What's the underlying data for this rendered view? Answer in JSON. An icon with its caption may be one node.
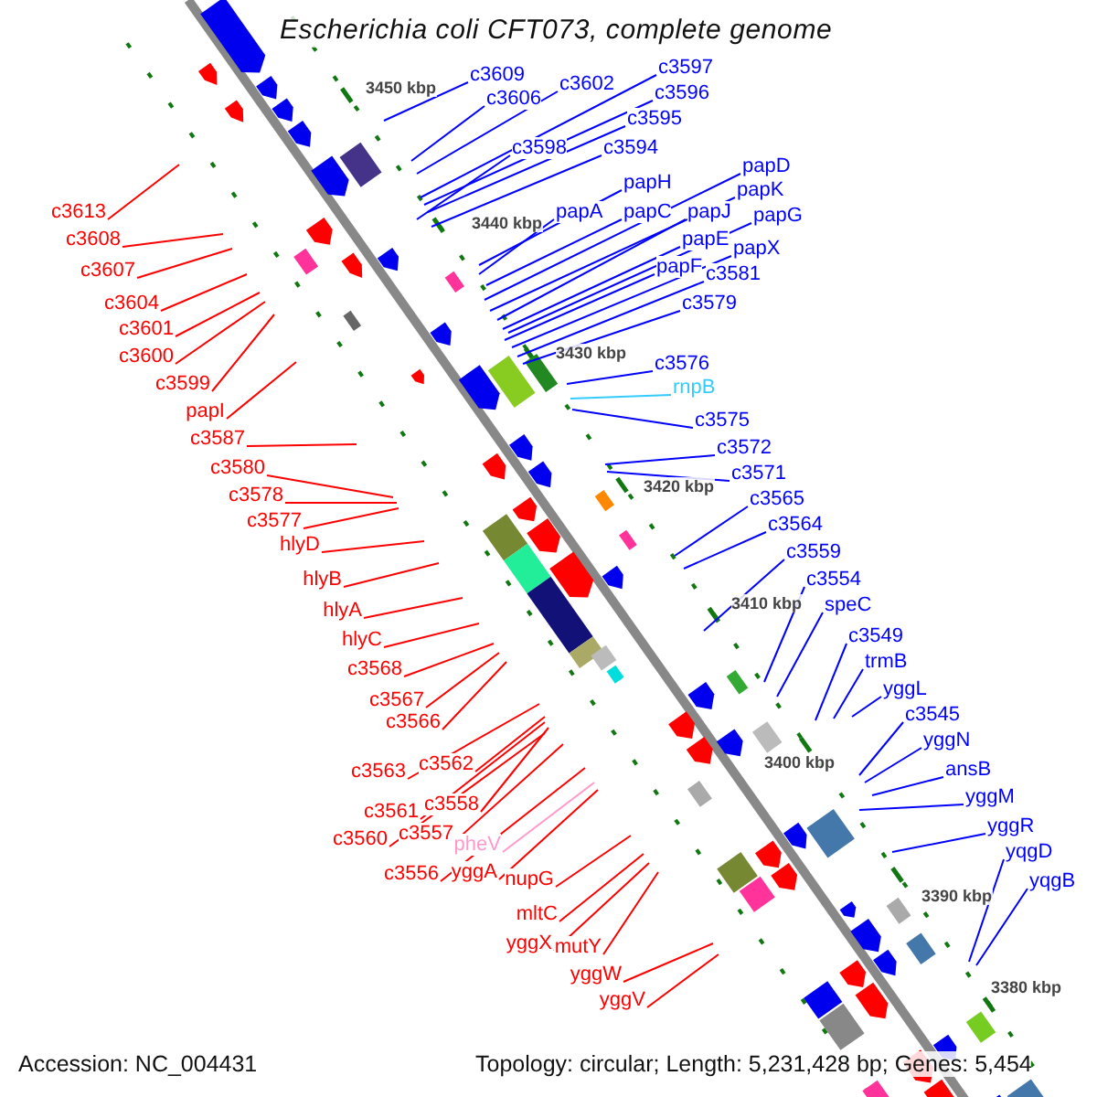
{
  "diagram": {
    "title": "Escherichia coli CFT073, complete genome",
    "nodes": [
      {
        "text": [
          "c3613"
        ]
      },
      {
        "text": [
          "c3608"
        ]
      },
      {
        "text": [
          "c3607"
        ]
      },
      {
        "text": [
          "c3604"
        ]
      },
      {
        "text": [
          "c3601"
        ]
      },
      {
        "text": [
          "c3600"
        ]
      },
      {
        "text": [
          "c3599"
        ]
      },
      {
        "text": [
          "papI"
        ]
      },
      {
        "text": [
          "c3587"
        ]
      },
      {
        "text": [
          "c3580"
        ]
      },
      {
        "text": [
          "c3578"
        ]
      },
      {
        "text": [
          "c3577"
        ]
      },
      {
        "text": [
          "hlyD"
        ]
      },
      {
        "text": [
          "hlyB"
        ]
      },
      {
        "text": [
          "hlyA"
        ]
      },
      {
        "text": [
          "hlyC"
        ]
      },
      {
        "text": [
          "c3568"
        ]
      },
      {
        "text": [
          "c3567"
        ]
      },
      {
        "text": [
          "c3566"
        ]
      },
      {
        "text": [
          "c3563"
        ]
      },
      {
        "text": [
          "c3562"
        ]
      },
      {
        "text": [
          "c3561"
        ]
      },
      {
        "text": [
          "c3558"
        ]
      },
      {
        "text": [
          "c3560"
        ]
      },
      {
        "text": [
          "c3557"
        ]
      },
      {
        "text": [
          "c3556"
        ]
      },
      {
        "text": [
          "pheV"
        ]
      },
      {
        "text": [
          "yggA"
        ]
      },
      {
        "text": [
          "nupG"
        ]
      },
      {
        "text": [
          "mltC"
        ]
      },
      {
        "text": [
          "yggX"
        ]
      },
      {
        "text": [
          "mutY"
        ]
      },
      {
        "text": [
          "yggW"
        ]
      },
      {
        "text": [
          "yggV"
        ]
      },
      {
        "text": [
          "c3609"
        ]
      },
      {
        "text": [
          "c3606"
        ]
      },
      {
        "text": [
          "c3602"
        ]
      },
      {
        "text": [
          "c3597"
        ]
      },
      {
        "text": [
          "c3596"
        ]
      },
      {
        "text": [
          "c3595"
        ]
      },
      {
        "text": [
          "c3598"
        ]
      },
      {
        "text": [
          "c3594"
        ]
      },
      {
        "text": [
          "papH"
        ]
      },
      {
        "text": [
          "papA"
        ]
      },
      {
        "text": [
          "papC"
        ]
      },
      {
        "text": [
          "papD"
        ]
      },
      {
        "text": [
          "papK"
        ]
      },
      {
        "text": [
          "papJ"
        ]
      },
      {
        "text": [
          "papG"
        ]
      },
      {
        "text": [
          "papE"
        ]
      },
      {
        "text": [
          "papX"
        ]
      },
      {
        "text": [
          "papF"
        ]
      },
      {
        "text": [
          "c3581"
        ]
      },
      {
        "text": [
          "c3579"
        ]
      },
      {
        "text": [
          "c3576"
        ]
      },
      {
        "text": [
          "rnpB"
        ]
      },
      {
        "text": [
          "c3575"
        ]
      },
      {
        "text": [
          "c3572"
        ]
      },
      {
        "text": [
          "c3571"
        ]
      },
      {
        "text": [
          "c3565"
        ]
      },
      {
        "text": [
          "c3564"
        ]
      },
      {
        "text": [
          "c3559"
        ]
      },
      {
        "text": [
          "c3554"
        ]
      },
      {
        "text": [
          "speC"
        ]
      },
      {
        "text": [
          "c3549"
        ]
      },
      {
        "text": [
          "trmB"
        ]
      },
      {
        "text": [
          "yggL"
        ]
      },
      {
        "text": [
          "c3545"
        ]
      },
      {
        "text": [
          "yggN"
        ]
      },
      {
        "text": [
          "ansB"
        ]
      },
      {
        "text": [
          "yggM"
        ]
      },
      {
        "text": [
          "yggR"
        ]
      },
      {
        "text": [
          "yqgD"
        ]
      },
      {
        "text": [
          "yqgB"
        ]
      }
    ],
    "edges": [
      {
        "from": 0,
        "to": null,
        "arrow": "none",
        "color": "#ff0000"
      },
      {
        "from": 1,
        "to": null,
        "arrow": "none",
        "color": "#ff0000"
      },
      {
        "from": 2,
        "to": null,
        "arrow": "none",
        "color": "#ff0000"
      },
      {
        "from": 3,
        "to": null,
        "arrow": "none",
        "color": "#ff0000"
      },
      {
        "from": 4,
        "to": null,
        "arrow": "none",
        "color": "#ff0000"
      },
      {
        "from": 5,
        "to": null,
        "arrow": "none",
        "color": "#ff0000"
      },
      {
        "from": 6,
        "to": null,
        "arrow": "none",
        "color": "#ff0000"
      },
      {
        "from": 7,
        "to": null,
        "arrow": "none",
        "color": "#ff0000"
      },
      {
        "from": 8,
        "to": null,
        "arrow": "none",
        "color": "#ff0000"
      },
      {
        "from": 9,
        "to": null,
        "arrow": "none",
        "color": "#ff0000"
      },
      {
        "from": 10,
        "to": null,
        "arrow": "none",
        "color": "#ff0000"
      },
      {
        "from": 11,
        "to": null,
        "arrow": "none",
        "color": "#ff0000"
      },
      {
        "from": 12,
        "to": null,
        "arrow": "none",
        "color": "#ff0000"
      },
      {
        "from": 13,
        "to": null,
        "arrow": "none",
        "color": "#ff0000"
      },
      {
        "from": 14,
        "to": null,
        "arrow": "none",
        "color": "#ff0000"
      },
      {
        "from": 15,
        "to": null,
        "arrow": "none",
        "color": "#ff0000"
      },
      {
        "from": 16,
        "to": null,
        "arrow": "none",
        "color": "#ff0000"
      },
      {
        "from": 17,
        "to": null,
        "arrow": "none",
        "color": "#ff0000"
      },
      {
        "from": 18,
        "to": null,
        "arrow": "none",
        "color": "#ff0000"
      },
      {
        "from": 19,
        "to": null,
        "arrow": "none",
        "color": "#ff0000"
      },
      {
        "from": 20,
        "to": null,
        "arrow": "none",
        "color": "#ff0000"
      },
      {
        "from": 21,
        "to": null,
        "arrow": "none",
        "color": "#ff0000"
      },
      {
        "from": 22,
        "to": null,
        "arrow": "none",
        "color": "#ff0000"
      },
      {
        "from": 23,
        "to": null,
        "arrow": "none",
        "color": "#ff0000"
      },
      {
        "from": 24,
        "to": null,
        "arrow": "none",
        "color": "#ff0000"
      },
      {
        "from": 25,
        "to": null,
        "arrow": "none",
        "color": "#ff0000"
      },
      {
        "from": 26,
        "to": null,
        "arrow": "none",
        "color": "#ff99cc"
      },
      {
        "from": 27,
        "to": null,
        "arrow": "none",
        "color": "#ff0000"
      },
      {
        "from": 28,
        "to": null,
        "arrow": "none",
        "color": "#ff0000"
      },
      {
        "from": 29,
        "to": null,
        "arrow": "none",
        "color": "#ff0000"
      },
      {
        "from": 30,
        "to": null,
        "arrow": "none",
        "color": "#ff0000"
      },
      {
        "from": 31,
        "to": null,
        "arrow": "none",
        "color": "#ff0000"
      },
      {
        "from": 32,
        "to": null,
        "arrow": "none",
        "color": "#ff0000"
      },
      {
        "from": 33,
        "to": null,
        "arrow": "none",
        "color": "#ff0000"
      },
      {
        "from": 34,
        "to": null,
        "arrow": "none"
      },
      {
        "from": 35,
        "to": null,
        "arrow": "none"
      },
      {
        "from": 36,
        "to": null,
        "arrow": "none"
      },
      {
        "from": 37,
        "to": null,
        "arrow": "none"
      },
      {
        "from": 38,
        "to": null,
        "arrow": "none"
      },
      {
        "from": 39,
        "to": null,
        "arrow": "none"
      },
      {
        "from": 40,
        "to": null,
        "arrow": "none"
      },
      {
        "from": 41,
        "to": null,
        "arrow": "none"
      },
      {
        "from": 42,
        "to": null,
        "arrow": "none"
      },
      {
        "from": 43,
        "to": null,
        "arrow": "none"
      },
      {
        "from": 44,
        "to": null,
        "arrow": "none"
      },
      {
        "from": 45,
        "to": null,
        "arrow": "none"
      },
      {
        "from": 46,
        "to": null,
        "arrow": "none"
      },
      {
        "from": 47,
        "to": null,
        "arrow": "none"
      },
      {
        "from": 48,
        "to": null,
        "arrow": "none"
      },
      {
        "from": 49,
        "to": null,
        "arrow": "none"
      },
      {
        "from": 50,
        "to": null,
        "arrow": "none"
      },
      {
        "from": 51,
        "to": null,
        "arrow": "none"
      },
      {
        "from": 52,
        "to": null,
        "arrow": "none"
      },
      {
        "from": 53,
        "to": null,
        "arrow": "none"
      },
      {
        "from": 54,
        "to": null,
        "arrow": "none"
      },
      {
        "from": 55,
        "to": null,
        "arrow": "none",
        "color": "#33ccff"
      },
      {
        "from": 56,
        "to": null,
        "arrow": "none"
      },
      {
        "from": 57,
        "to": null,
        "arrow": "none"
      },
      {
        "from": 58,
        "to": null,
        "arrow": "none"
      },
      {
        "from": 59,
        "to": null,
        "arrow": "none"
      },
      {
        "from": 60,
        "to": null,
        "arrow": "none"
      },
      {
        "from": 61,
        "to": null,
        "arrow": "none"
      },
      {
        "from": 62,
        "to": null,
        "arrow": "none"
      },
      {
        "from": 63,
        "to": null,
        "arrow": "none"
      },
      {
        "from": 64,
        "to": null,
        "arrow": "none"
      },
      {
        "from": 65,
        "to": null,
        "arrow": "none"
      },
      {
        "from": 66,
        "to": null,
        "arrow": "none"
      },
      {
        "from": 67,
        "to": null,
        "arrow": "none"
      },
      {
        "from": 68,
        "to": null,
        "arrow": "none"
      },
      {
        "from": 69,
        "to": null,
        "arrow": "none"
      },
      {
        "from": 70,
        "to": null,
        "arrow": "none"
      },
      {
        "from": 71,
        "to": null,
        "arrow": "none"
      },
      {
        "from": 72,
        "to": null,
        "arrow": "none"
      },
      {
        "from": 73,
        "to": null,
        "arrow": "none"
      }
    ],
    "labels": [
      "3450 kbp",
      "3440 kbp",
      "3430 kbp",
      "3420 kbp",
      "3410 kbp",
      "3400 kbp",
      "3390 kbp",
      "3380 kbp",
      "Accession: NC_004431",
      "Topology: circular; Length: 5,231,428 bp; Genes: 5,454"
    ]
  }
}
